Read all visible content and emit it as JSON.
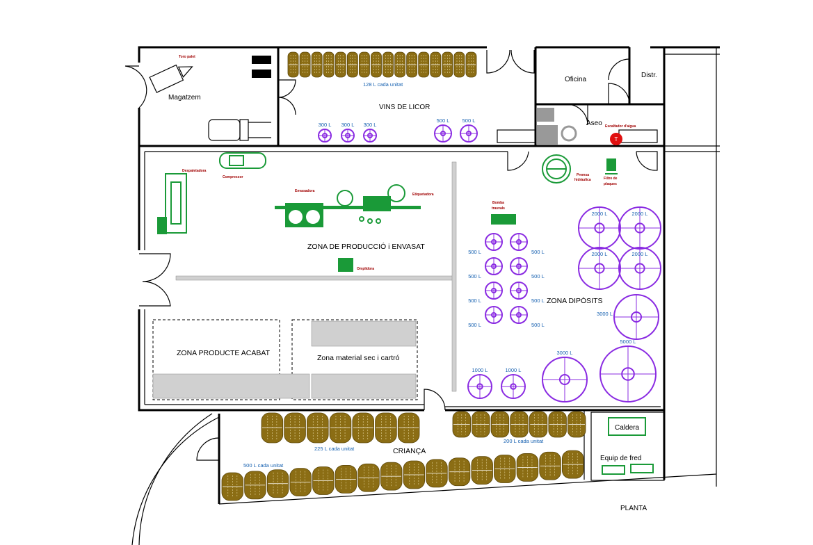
{
  "rooms": {
    "magatzem": "Magatzem",
    "vins_licor": "VINS DE LICOR",
    "oficina": "Oficina",
    "distr": "Distr.",
    "aseo": "Aseo",
    "produccio": "ZONA DE PRODUCCIÓ i ENVASAT",
    "diposits": "ZONA DIPÒSITS",
    "producte_acabat": "ZONA PRODUCTE ACABAT",
    "material_sec": "Zona material sec i cartró",
    "crianca": "CRIANÇA",
    "caldera": "Caldera",
    "equip_fred": "Equip de fred",
    "planta": "PLANTA"
  },
  "equipment": {
    "toro_palet": "Toro palet",
    "despaletadora": "Despaletadora",
    "compressor": "Compressor",
    "envasadora": "Envasadora",
    "etiquetadora": "Etiquetadora",
    "omplidora": "Omplidora",
    "premsa": [
      "Premsa",
      "hidràulica"
    ],
    "filtre": [
      "Filtre de",
      "plaques"
    ],
    "bomba": [
      "Bomba",
      "trasvals"
    ],
    "escalfador": "Escalfador d'aigua"
  },
  "barrels": {
    "licor": {
      "label": "128 L cada unitat",
      "count": 16
    },
    "crianca_225": {
      "label": "225 L cada unitat",
      "count": 7
    },
    "crianca_200": {
      "label": "200 L cada unitat",
      "count": 7
    },
    "crianca_500": {
      "label": "500 L cada unitat",
      "count": 16
    }
  },
  "tanks": [
    "300 L",
    "300 L",
    "300 L",
    "500 L",
    "500 L",
    "500 L",
    "500 L",
    "500 L",
    "500 L",
    "500 L",
    "500 L",
    "500 L",
    "500 L",
    "2000 L",
    "2000 L",
    "2000 L",
    "2000 L",
    "3000 L",
    "3000 L",
    "5000 L",
    "1000 L",
    "1000 L"
  ],
  "colors": {
    "wall": "#000000",
    "equipment": "#1a9a38",
    "tanks": "#8a2be2",
    "barrels": "#8b6d14",
    "labels": "#1560b0",
    "equipment_labels": "#a00000"
  }
}
